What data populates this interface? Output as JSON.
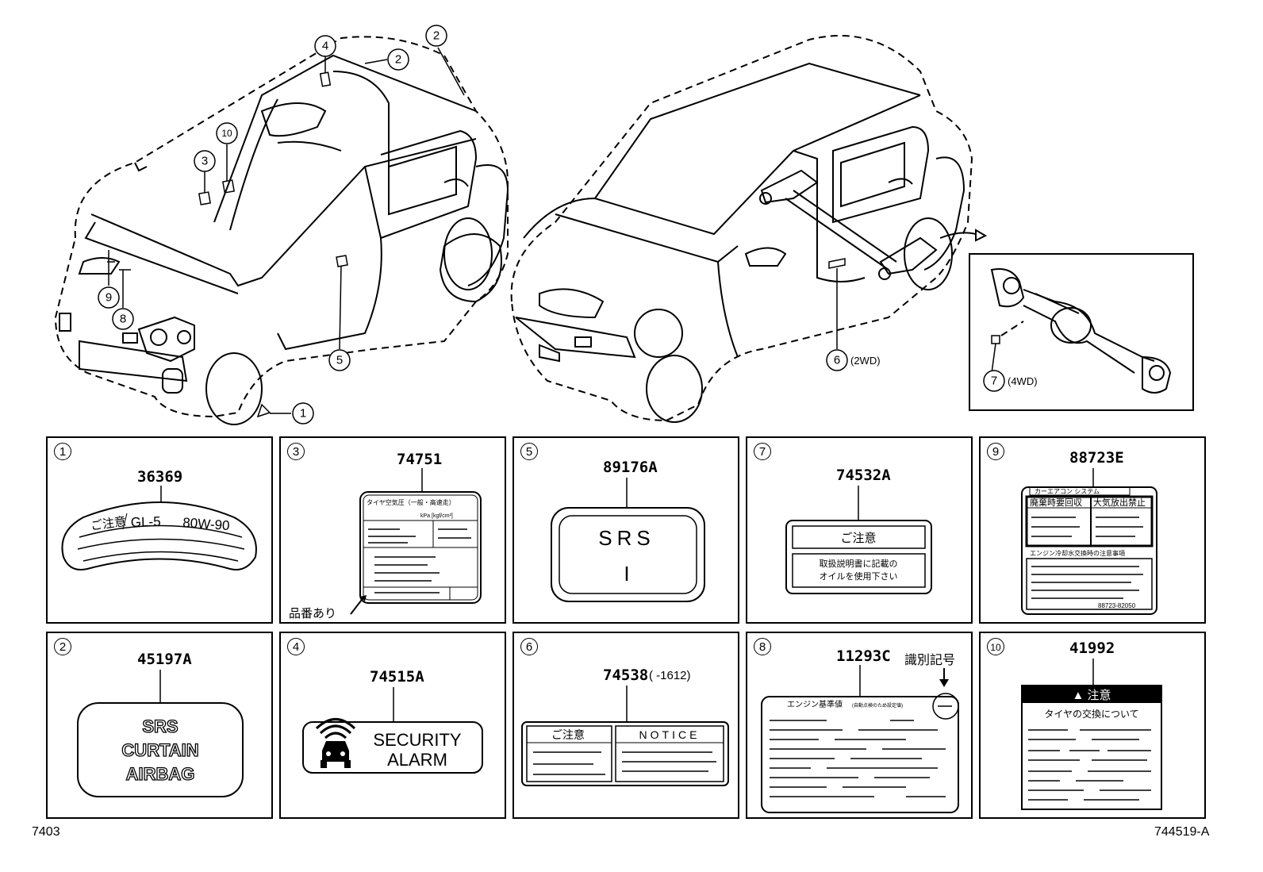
{
  "callouts": {
    "c1": "1",
    "c2": "2",
    "c3": "3",
    "c4": "4",
    "c5": "5",
    "c6": "6",
    "c7": "7",
    "c8": "8",
    "c9": "9",
    "c10": "10",
    "c6_note": "(2WD)",
    "c7_note": "(4WD)"
  },
  "labels": [
    {
      "num": "1",
      "part": "36369",
      "text": [
        "ご注意",
        "GL-5",
        "80W-90"
      ]
    },
    {
      "num": "3",
      "part": "74751",
      "text": [
        "タイヤ空気圧（一般・高速走）",
        "kPa [kgf/cm²]"
      ],
      "note": "品番あり"
    },
    {
      "num": "5",
      "part": "89176A",
      "text": [
        "SRS",
        "I"
      ]
    },
    {
      "num": "7",
      "part": "74532A",
      "text": [
        "ご注意",
        "取扱説明書に記載の",
        "オイルを使用下さい"
      ]
    },
    {
      "num": "9",
      "part": "88723E",
      "text": [
        "カーエアコン システム",
        "廃棄時要回収",
        "大気放出禁止",
        "エンジン冷却水交換時の注意事項",
        "88723-82050"
      ]
    },
    {
      "num": "2",
      "part": "45197A",
      "text": [
        "SRS",
        "CURTAIN",
        "AIRBAG"
      ]
    },
    {
      "num": "4",
      "part": "74515A",
      "text": [
        "SECURITY",
        "ALARM"
      ]
    },
    {
      "num": "6",
      "part": "74538",
      "part_suffix": "(     -1612)",
      "text": [
        "ご注意",
        "NOTICE"
      ]
    },
    {
      "num": "8",
      "part": "11293C",
      "text": [
        "エンジン基準値",
        "(自動点検のため設定値)"
      ],
      "note": "識別記号"
    },
    {
      "num": "10",
      "part": "41992",
      "text": [
        "▲ 注意",
        "タイヤの交換について"
      ]
    }
  ],
  "footer": {
    "left": "7403",
    "right": "744519-A"
  }
}
